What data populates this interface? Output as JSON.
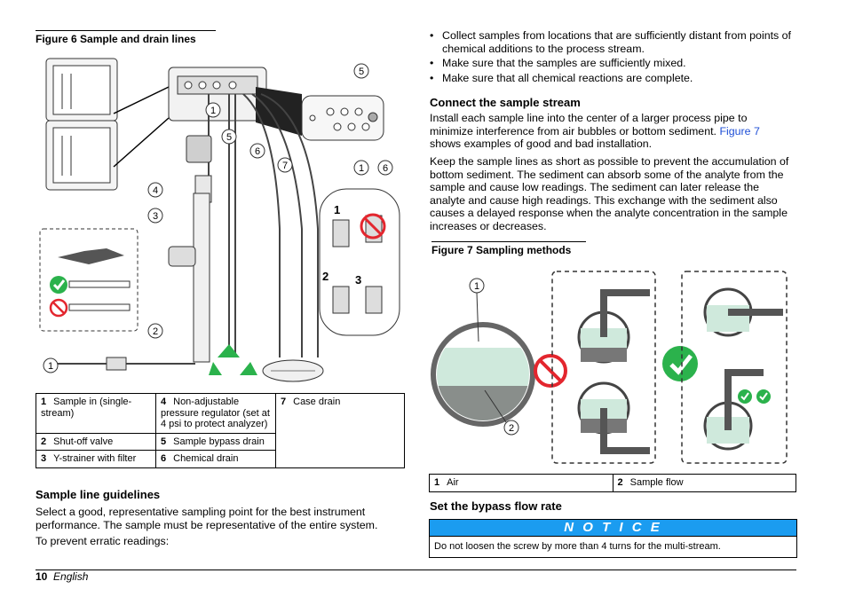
{
  "figure6": {
    "caption": "Figure 6  Sample and drain lines",
    "callouts": [
      "1",
      "2",
      "3",
      "4",
      "5",
      "6",
      "7",
      "5",
      "1",
      "6",
      "1",
      "2",
      "3"
    ]
  },
  "legend6": [
    [
      {
        "n": "1",
        "t": "Sample in (single-stream)"
      },
      {
        "n": "4",
        "t": "Non-adjustable pressure regulator (set at 4 psi to protect analyzer)"
      },
      {
        "n": "7",
        "t": "Case drain"
      }
    ],
    [
      {
        "n": "2",
        "t": "Shut-off valve"
      },
      {
        "n": "5",
        "t": "Sample bypass drain"
      }
    ],
    [
      {
        "n": "3",
        "t": "Y-strainer with filter"
      },
      {
        "n": "6",
        "t": "Chemical drain"
      }
    ]
  ],
  "guidelines": {
    "heading": "Sample line guidelines",
    "para1": "Select a good, representative sampling point for the best instrument performance. The sample must be representative of the entire system.",
    "para2": "To prevent erratic readings:"
  },
  "bullets": [
    "Collect samples from locations that are sufficiently distant from points of chemical additions to the process stream.",
    "Make sure that the samples are sufficiently mixed.",
    "Make sure that all chemical reactions are complete."
  ],
  "connect": {
    "heading": "Connect the sample stream",
    "para1_before": "Install each sample line into the center of a larger process pipe to minimize interference from air bubbles or bottom sediment. ",
    "para1_link": "Figure 7",
    "para1_after": " shows examples of good and bad installation.",
    "para2": "Keep the sample lines as short as possible to prevent the accumulation of bottom sediment. The sediment can absorb some of the analyte from the sample and cause low readings. The sediment can later release the analyte and cause high readings. This exchange with the sediment also causes a delayed response when the analyte concentration in the sample increases or decreases."
  },
  "figure7": {
    "caption": "Figure 7  Sampling methods",
    "callouts": [
      "1",
      "2"
    ]
  },
  "legend7": [
    {
      "n": "1",
      "t": "Air"
    },
    {
      "n": "2",
      "t": "Sample flow"
    }
  ],
  "bypass": {
    "heading": "Set the bypass flow rate",
    "notice_title": "N O T I C E",
    "notice_text": "Do not loosen the screw by more than 4 turns for the multi-stream."
  },
  "footer": {
    "page": "10",
    "lang": "English"
  },
  "colors": {
    "notice": "#1b9cf0",
    "ok": "#2bb24c",
    "bad": "#e3262e",
    "water": "#cfe9dc"
  }
}
